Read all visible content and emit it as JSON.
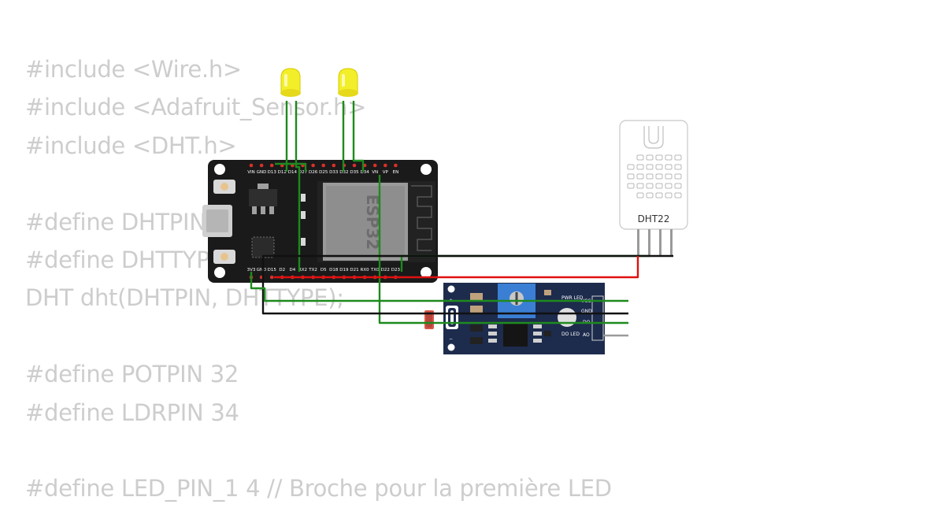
{
  "code_lines": [
    "#include <Wire.h>",
    "#include <Adafruit_Sensor.h>",
    "#include <DHT.h>",
    "",
    "#define DHTPIN 15",
    "#define DHTTYPE DHT22",
    "DHT dht(DHTPIN, DHTTYPE);",
    "",
    "#define POTPIN 32",
    "#define LDRPIN 34",
    "",
    "#define LED_PIN_1 4 // Broche pour la première LED"
  ],
  "esp32": {
    "chip_label": "ESP32",
    "top_pins": [
      "VIN",
      "GND",
      "D13",
      "D12",
      "D14",
      "D27",
      "D26",
      "D25",
      "D33",
      "D32",
      "D35",
      "D34",
      "VN",
      "VP",
      "EN"
    ],
    "bottom_pins": [
      "3V3",
      "GND",
      "D15",
      "D2",
      "D4",
      "RX2",
      "TX2",
      "D5",
      "D18",
      "D19",
      "D21",
      "RX0",
      "TX0",
      "D22",
      "D23"
    ]
  },
  "dht22": {
    "label": "DHT22"
  },
  "ldr_module": {
    "labels": [
      "PWR LED",
      "DO LED",
      "VCC",
      "GND",
      "DO",
      "AO"
    ],
    "side_marks": [
      "+",
      "−"
    ]
  },
  "colors": {
    "board": "#1a1a1a",
    "module": "#1d2b4d",
    "wire_green": "#1e8a1e",
    "wire_red": "#e01010",
    "wire_black": "#111111",
    "wire_gray": "#9a9a9a",
    "led": "#f2ef2a",
    "code_text": "#cdcdcd",
    "pot": "#3b7fd4"
  }
}
